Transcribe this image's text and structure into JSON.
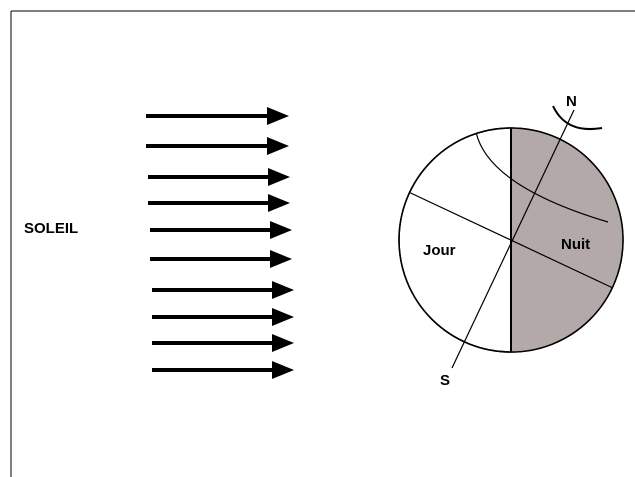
{
  "labels": {
    "sun": "SOLEIL",
    "day": "Jour",
    "night": "Nuit",
    "north": "N",
    "south": "S"
  },
  "colors": {
    "night_fill": "#b3a9a9",
    "stroke": "#000000",
    "background": "#ffffff"
  },
  "sun_rays": {
    "count": 10
  }
}
